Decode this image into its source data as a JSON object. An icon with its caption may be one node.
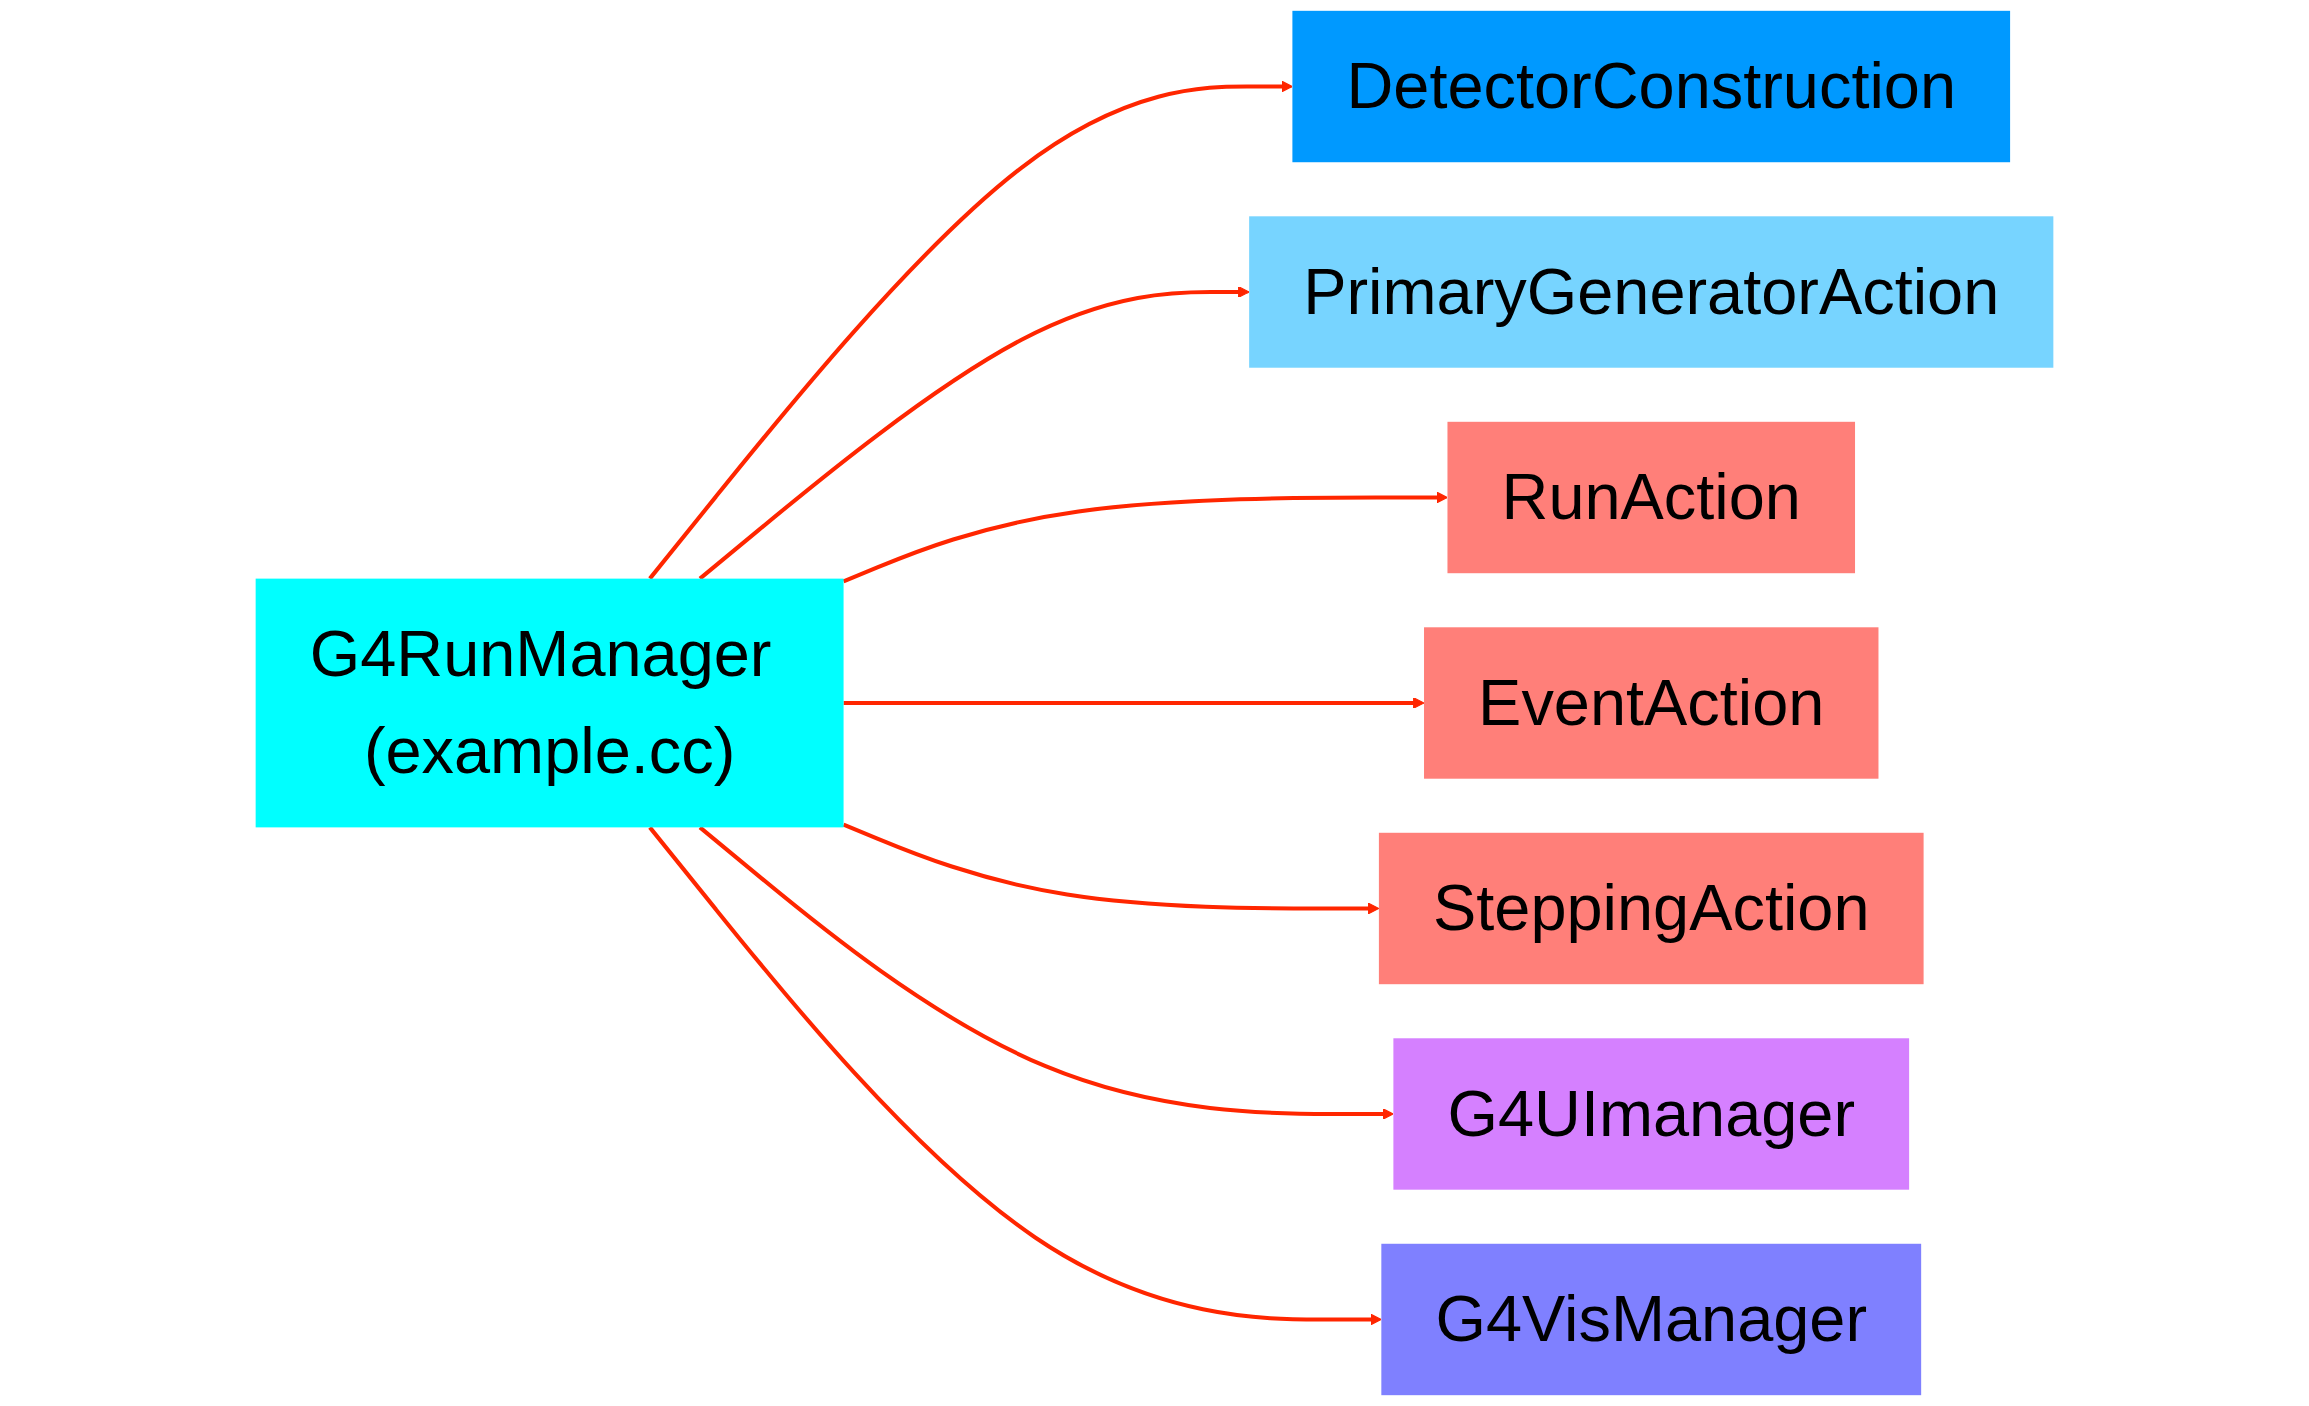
{
  "diagram": {
    "nodes": [
      {
        "text": [
          "G4RunManager (example.cc)"
        ]
      },
      {
        "text": [
          "DetectorConstruction"
        ]
      },
      {
        "text": [
          "PrimaryGeneratorAction"
        ]
      },
      {
        "text": [
          "RunAction"
        ]
      },
      {
        "text": [
          "EventAction"
        ]
      },
      {
        "text": [
          "SteppingAction"
        ]
      },
      {
        "text": [
          "G4UImanager"
        ]
      },
      {
        "text": [
          "G4VisManager"
        ]
      }
    ],
    "edges": [
      {
        "from": 0,
        "to": 1,
        "arrow": "to"
      },
      {
        "from": 0,
        "to": 2,
        "arrow": "to"
      },
      {
        "from": 0,
        "to": 3,
        "arrow": "to"
      },
      {
        "from": 0,
        "to": 4,
        "arrow": "to"
      },
      {
        "from": 0,
        "to": 5,
        "arrow": "to"
      },
      {
        "from": 0,
        "to": 6,
        "arrow": "to"
      },
      {
        "from": 0,
        "to": 7,
        "arrow": "to"
      }
    ]
  }
}
